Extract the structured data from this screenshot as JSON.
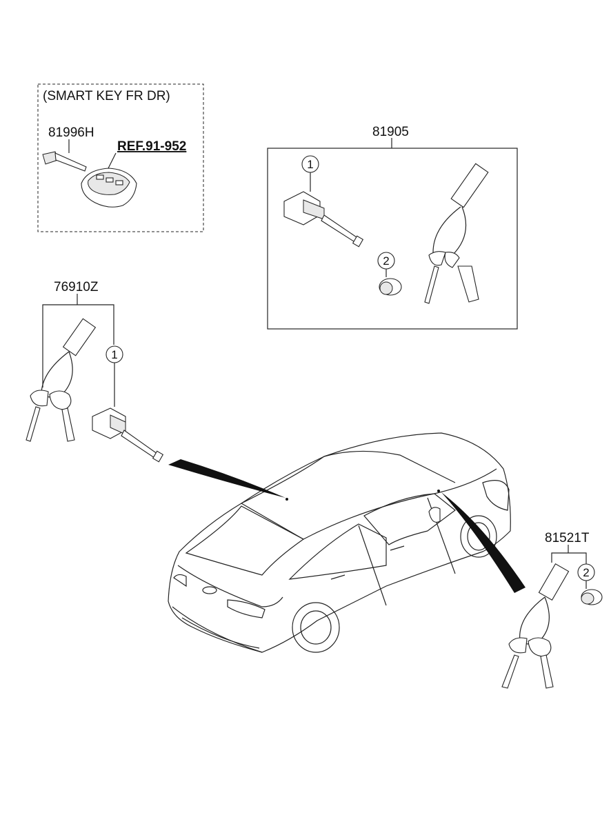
{
  "callouts": {
    "smart_key_box_title": "(SMART KEY FR DR)",
    "emergency_key": "81996H",
    "smart_key_ref": "REF.91-952",
    "key_set_box": "81905",
    "door_lock_set": "76910Z",
    "trunk_key_set": "81521T"
  },
  "item_numbers": {
    "cylinder": "1",
    "cap": "2"
  }
}
